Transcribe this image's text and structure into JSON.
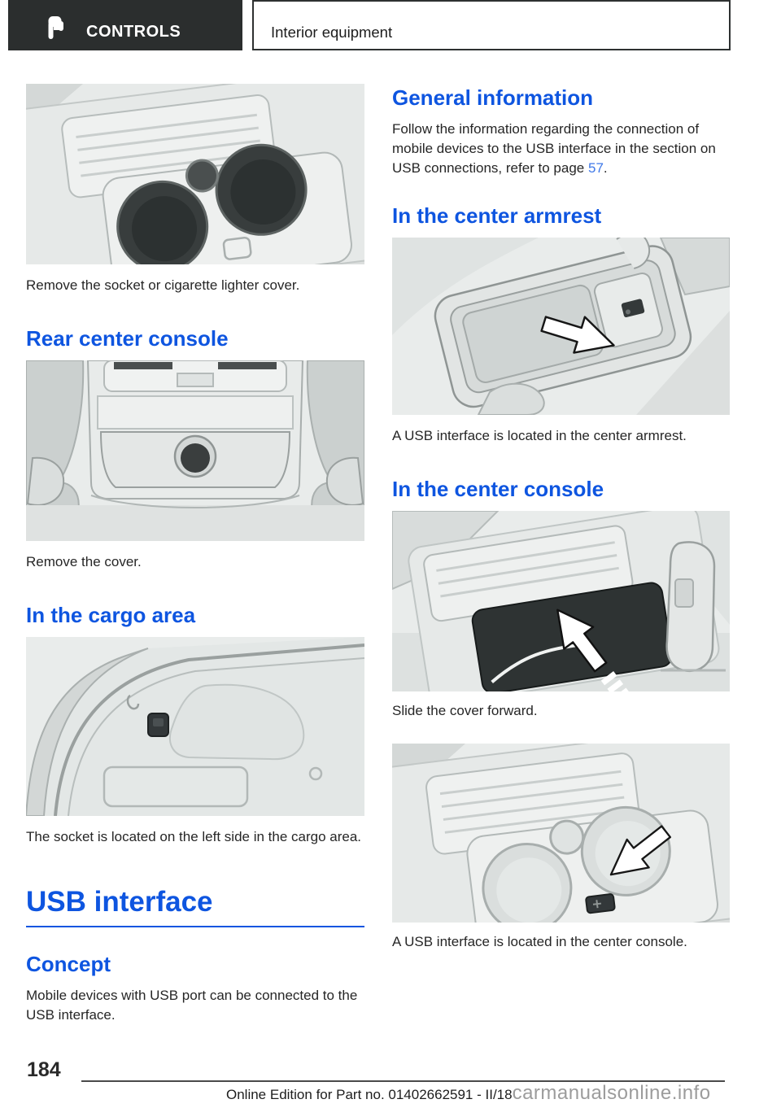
{
  "header": {
    "chapter": "CONTROLS",
    "section": "Interior equipment"
  },
  "left_column": {
    "caption_socket_cover": "Remove the socket or cigarette lighter cover.",
    "heading_rear_center_console": "Rear center console",
    "caption_remove_cover": "Remove the cover.",
    "heading_cargo_area": "In the cargo area",
    "caption_cargo_socket": "The socket is located on the left side in the cargo area.",
    "heading_usb_interface": "USB interface",
    "heading_concept": "Concept",
    "body_concept": "Mobile devices with USB port can be connected to the USB interface."
  },
  "right_column": {
    "heading_general_information": "General information",
    "body_general_before_link": "Follow the information regarding the connection of mobile devices to the USB interface in the section on USB connections, refer to page ",
    "link_page_number": "57",
    "body_general_after_link": ".",
    "heading_center_armrest": "In the center armrest",
    "caption_armrest_usb": "A USB interface is located in the center armrest.",
    "heading_center_console": "In the center console",
    "caption_slide_cover": "Slide the cover forward.",
    "caption_console_usb": "A USB interface is located in the center console."
  },
  "footer": {
    "page_number": "184",
    "edition_text": "Online Edition for Part no. 01402662591 - II/18",
    "watermark": "carmanualsonline.info"
  },
  "colors": {
    "heading_blue": "#0e55e0",
    "link_blue": "#3f78e8",
    "chapter_tab_bg": "#2b2e2e",
    "watermark_gray": "#9c9c9c",
    "footer_line": "#4a4a4a"
  }
}
